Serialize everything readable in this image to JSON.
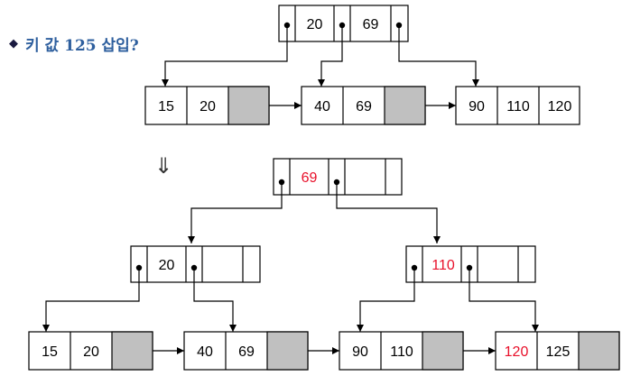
{
  "title": {
    "bullet": "◆",
    "text": "키 값 125 삽입?"
  },
  "transition_arrow": "⇓",
  "colors": {
    "highlight": "#e8102a",
    "text": "#000000",
    "filled_cell": "#c0c0c0",
    "title": "#2e5f9e"
  },
  "before": {
    "root": {
      "keys": [
        "20",
        "69"
      ]
    },
    "leaves": [
      {
        "keys": [
          "15",
          "20"
        ]
      },
      {
        "keys": [
          "40",
          "69"
        ]
      },
      {
        "keys": [
          "90",
          "110",
          "120"
        ]
      }
    ]
  },
  "after": {
    "root": {
      "keys": [
        "69"
      ],
      "highlight": [
        true
      ]
    },
    "internal": [
      {
        "keys": [
          "20"
        ],
        "highlight": [
          false
        ]
      },
      {
        "keys": [
          "110"
        ],
        "highlight": [
          true
        ]
      }
    ],
    "leaves": [
      {
        "keys": [
          "15",
          "20"
        ],
        "highlight": [
          false,
          false
        ]
      },
      {
        "keys": [
          "40",
          "69"
        ],
        "highlight": [
          false,
          false
        ]
      },
      {
        "keys": [
          "90",
          "110"
        ],
        "highlight": [
          false,
          false
        ]
      },
      {
        "keys": [
          "120",
          "125"
        ],
        "highlight": [
          true,
          false
        ]
      }
    ]
  }
}
